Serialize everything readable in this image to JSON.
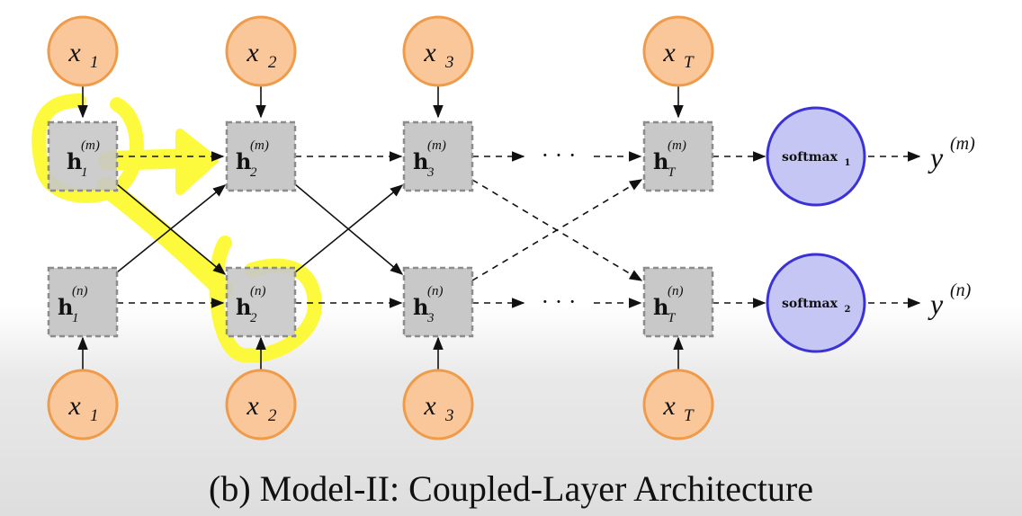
{
  "caption": "(b) Model-II: Coupled-Layer Architecture",
  "colors": {
    "input_fill": "#f9c79a",
    "input_stroke": "#ef9b4a",
    "hidden_fill": "#c8c8c8",
    "hidden_stroke": "#8c8c8c",
    "softmax_fill": "#c6c6f5",
    "softmax_stroke": "#3b32d6",
    "highlight": "#fdfa2d",
    "edge": "#111111"
  },
  "nodes": {
    "top_inputs": [
      {
        "var": "x",
        "sub": "1"
      },
      {
        "var": "x",
        "sub": "2"
      },
      {
        "var": "x",
        "sub": "3"
      },
      {
        "var": "x",
        "sub": "T"
      }
    ],
    "bottom_inputs": [
      {
        "var": "x",
        "sub": "1"
      },
      {
        "var": "x",
        "sub": "2"
      },
      {
        "var": "x",
        "sub": "3"
      },
      {
        "var": "x",
        "sub": "T"
      }
    ],
    "hidden_m": [
      {
        "var": "h",
        "sub": "1",
        "sup": "(m)"
      },
      {
        "var": "h",
        "sub": "2",
        "sup": "(m)"
      },
      {
        "var": "h",
        "sub": "3",
        "sup": "(m)"
      },
      {
        "var": "h",
        "sub": "T",
        "sup": "(m)"
      }
    ],
    "hidden_n": [
      {
        "var": "h",
        "sub": "1",
        "sup": "(n)"
      },
      {
        "var": "h",
        "sub": "2",
        "sup": "(n)"
      },
      {
        "var": "h",
        "sub": "3",
        "sup": "(n)"
      },
      {
        "var": "h",
        "sub": "T",
        "sup": "(n)"
      }
    ],
    "softmax": [
      {
        "label": "softmax",
        "sub": "1"
      },
      {
        "label": "softmax",
        "sub": "2"
      }
    ],
    "outputs": [
      {
        "var": "y",
        "sup": "(m)"
      },
      {
        "var": "y",
        "sup": "(n)"
      }
    ],
    "ellipsis": "· · ·"
  }
}
